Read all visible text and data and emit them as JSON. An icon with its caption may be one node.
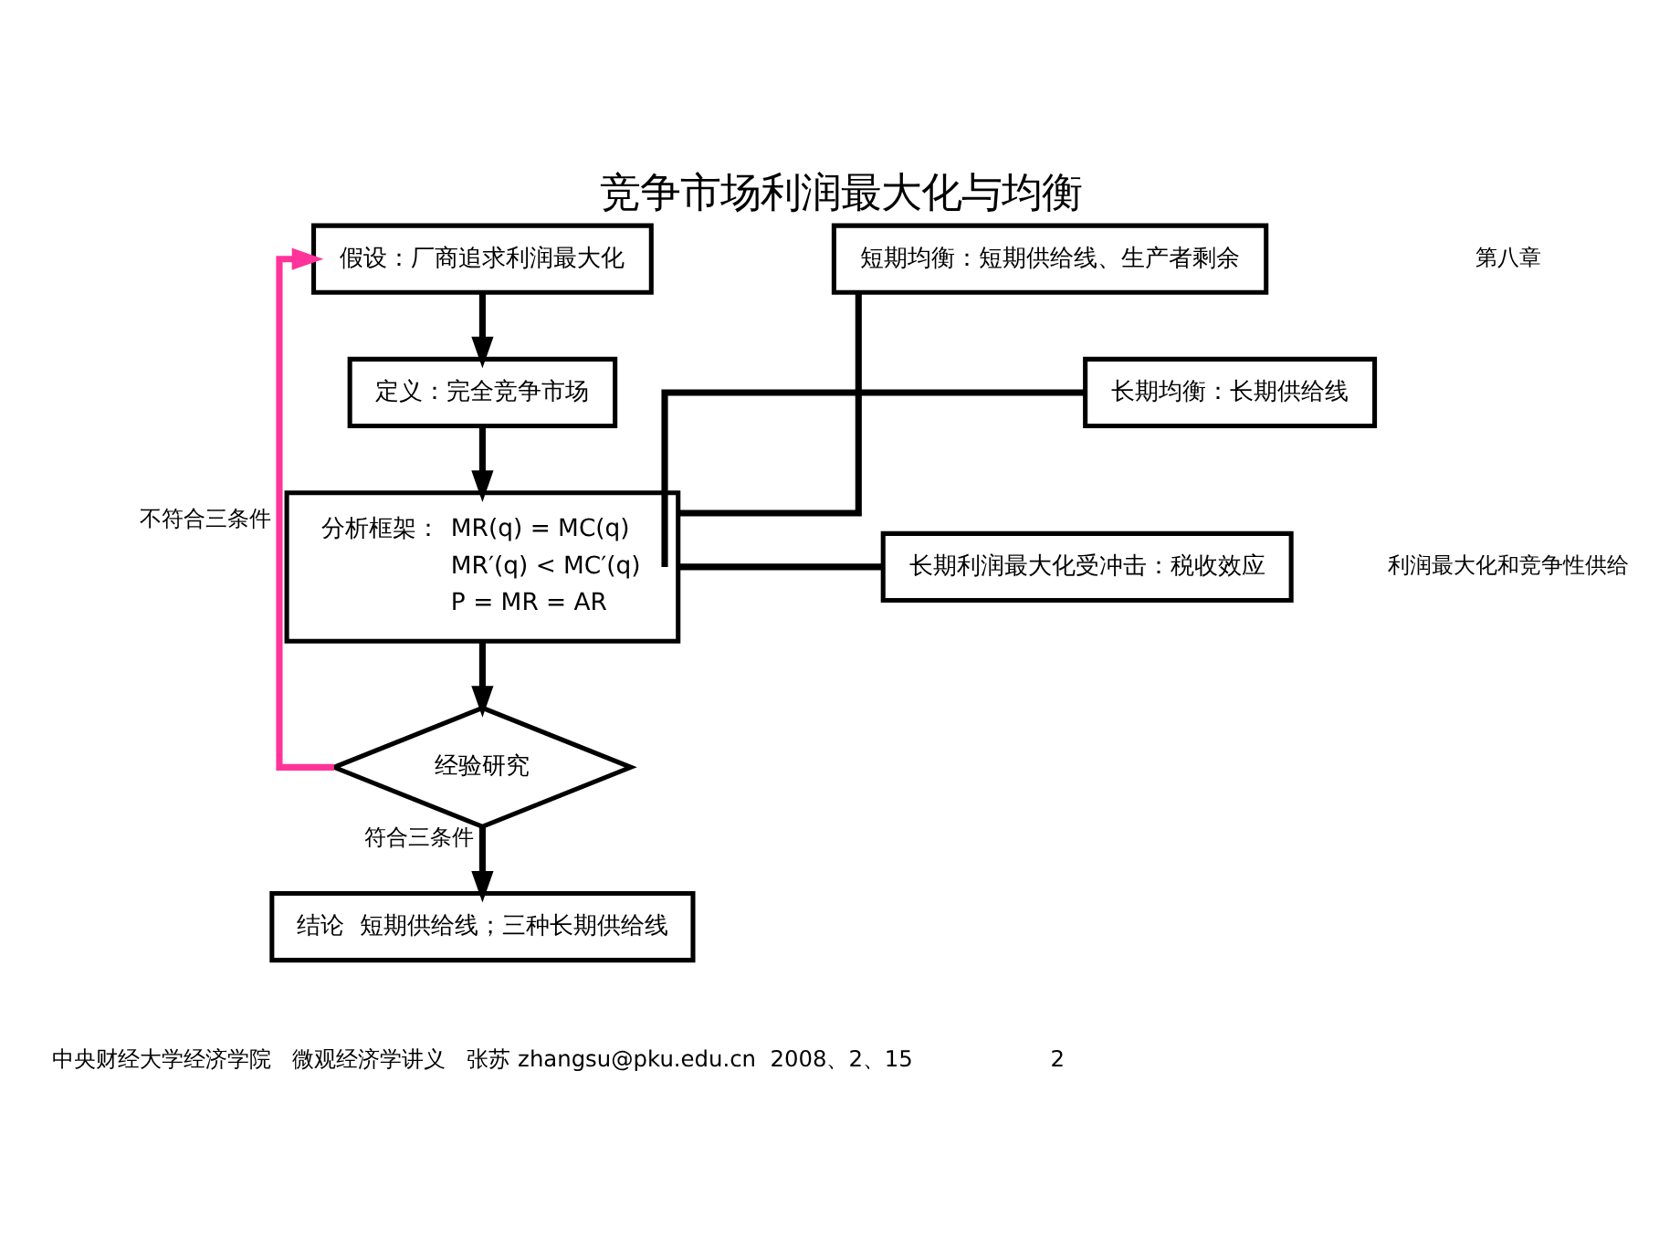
{
  "diagram": {
    "title": "竞争市场利润最大化与均衡",
    "nodes": [
      {
        "text": [
          "假设：厂商追求利润最大化"
        ]
      },
      {
        "text": [
          "定义：完全竞争市场"
        ]
      },
      {
        "text": [
          "分析框架：",
          "MR(q) = MC(q)",
          "MR′(q) < MC′(q)",
          "P = MR = AR"
        ]
      },
      {
        "text": [
          "经验研究"
        ]
      },
      {
        "text": [
          "结论  短期供给线；三种长期供给线"
        ]
      },
      {
        "text": [
          "短期均衡：短期供给线、生产者剩余"
        ]
      },
      {
        "text": [
          "长期均衡：长期供给线"
        ]
      },
      {
        "text": [
          "长期利润最大化受冲击：税收效应"
        ]
      }
    ],
    "edges": [
      {
        "from": 0,
        "to": 1,
        "arrow": "to"
      },
      {
        "from": 1,
        "to": 2,
        "arrow": "to"
      },
      {
        "from": 2,
        "to": 3,
        "arrow": "to"
      },
      {
        "from": 3,
        "to": 4,
        "arrow": "to",
        "label": "符合三条件"
      },
      {
        "from": 3,
        "to": 0,
        "arrow": "to",
        "color": "#ff3399",
        "label": "不符合三条件"
      },
      {
        "from": 2,
        "to": 5,
        "arrow": "none"
      },
      {
        "from": 2,
        "to": 6,
        "arrow": "none"
      },
      {
        "from": 2,
        "to": 7,
        "arrow": "none"
      }
    ],
    "labels": [
      "第八章",
      "利润最大化和竞争性供给",
      "中央财经大学经济学院   微观经济学讲义   张苏 zhangsu@pku.edu.cn  2008、2、15",
      "2"
    ]
  }
}
